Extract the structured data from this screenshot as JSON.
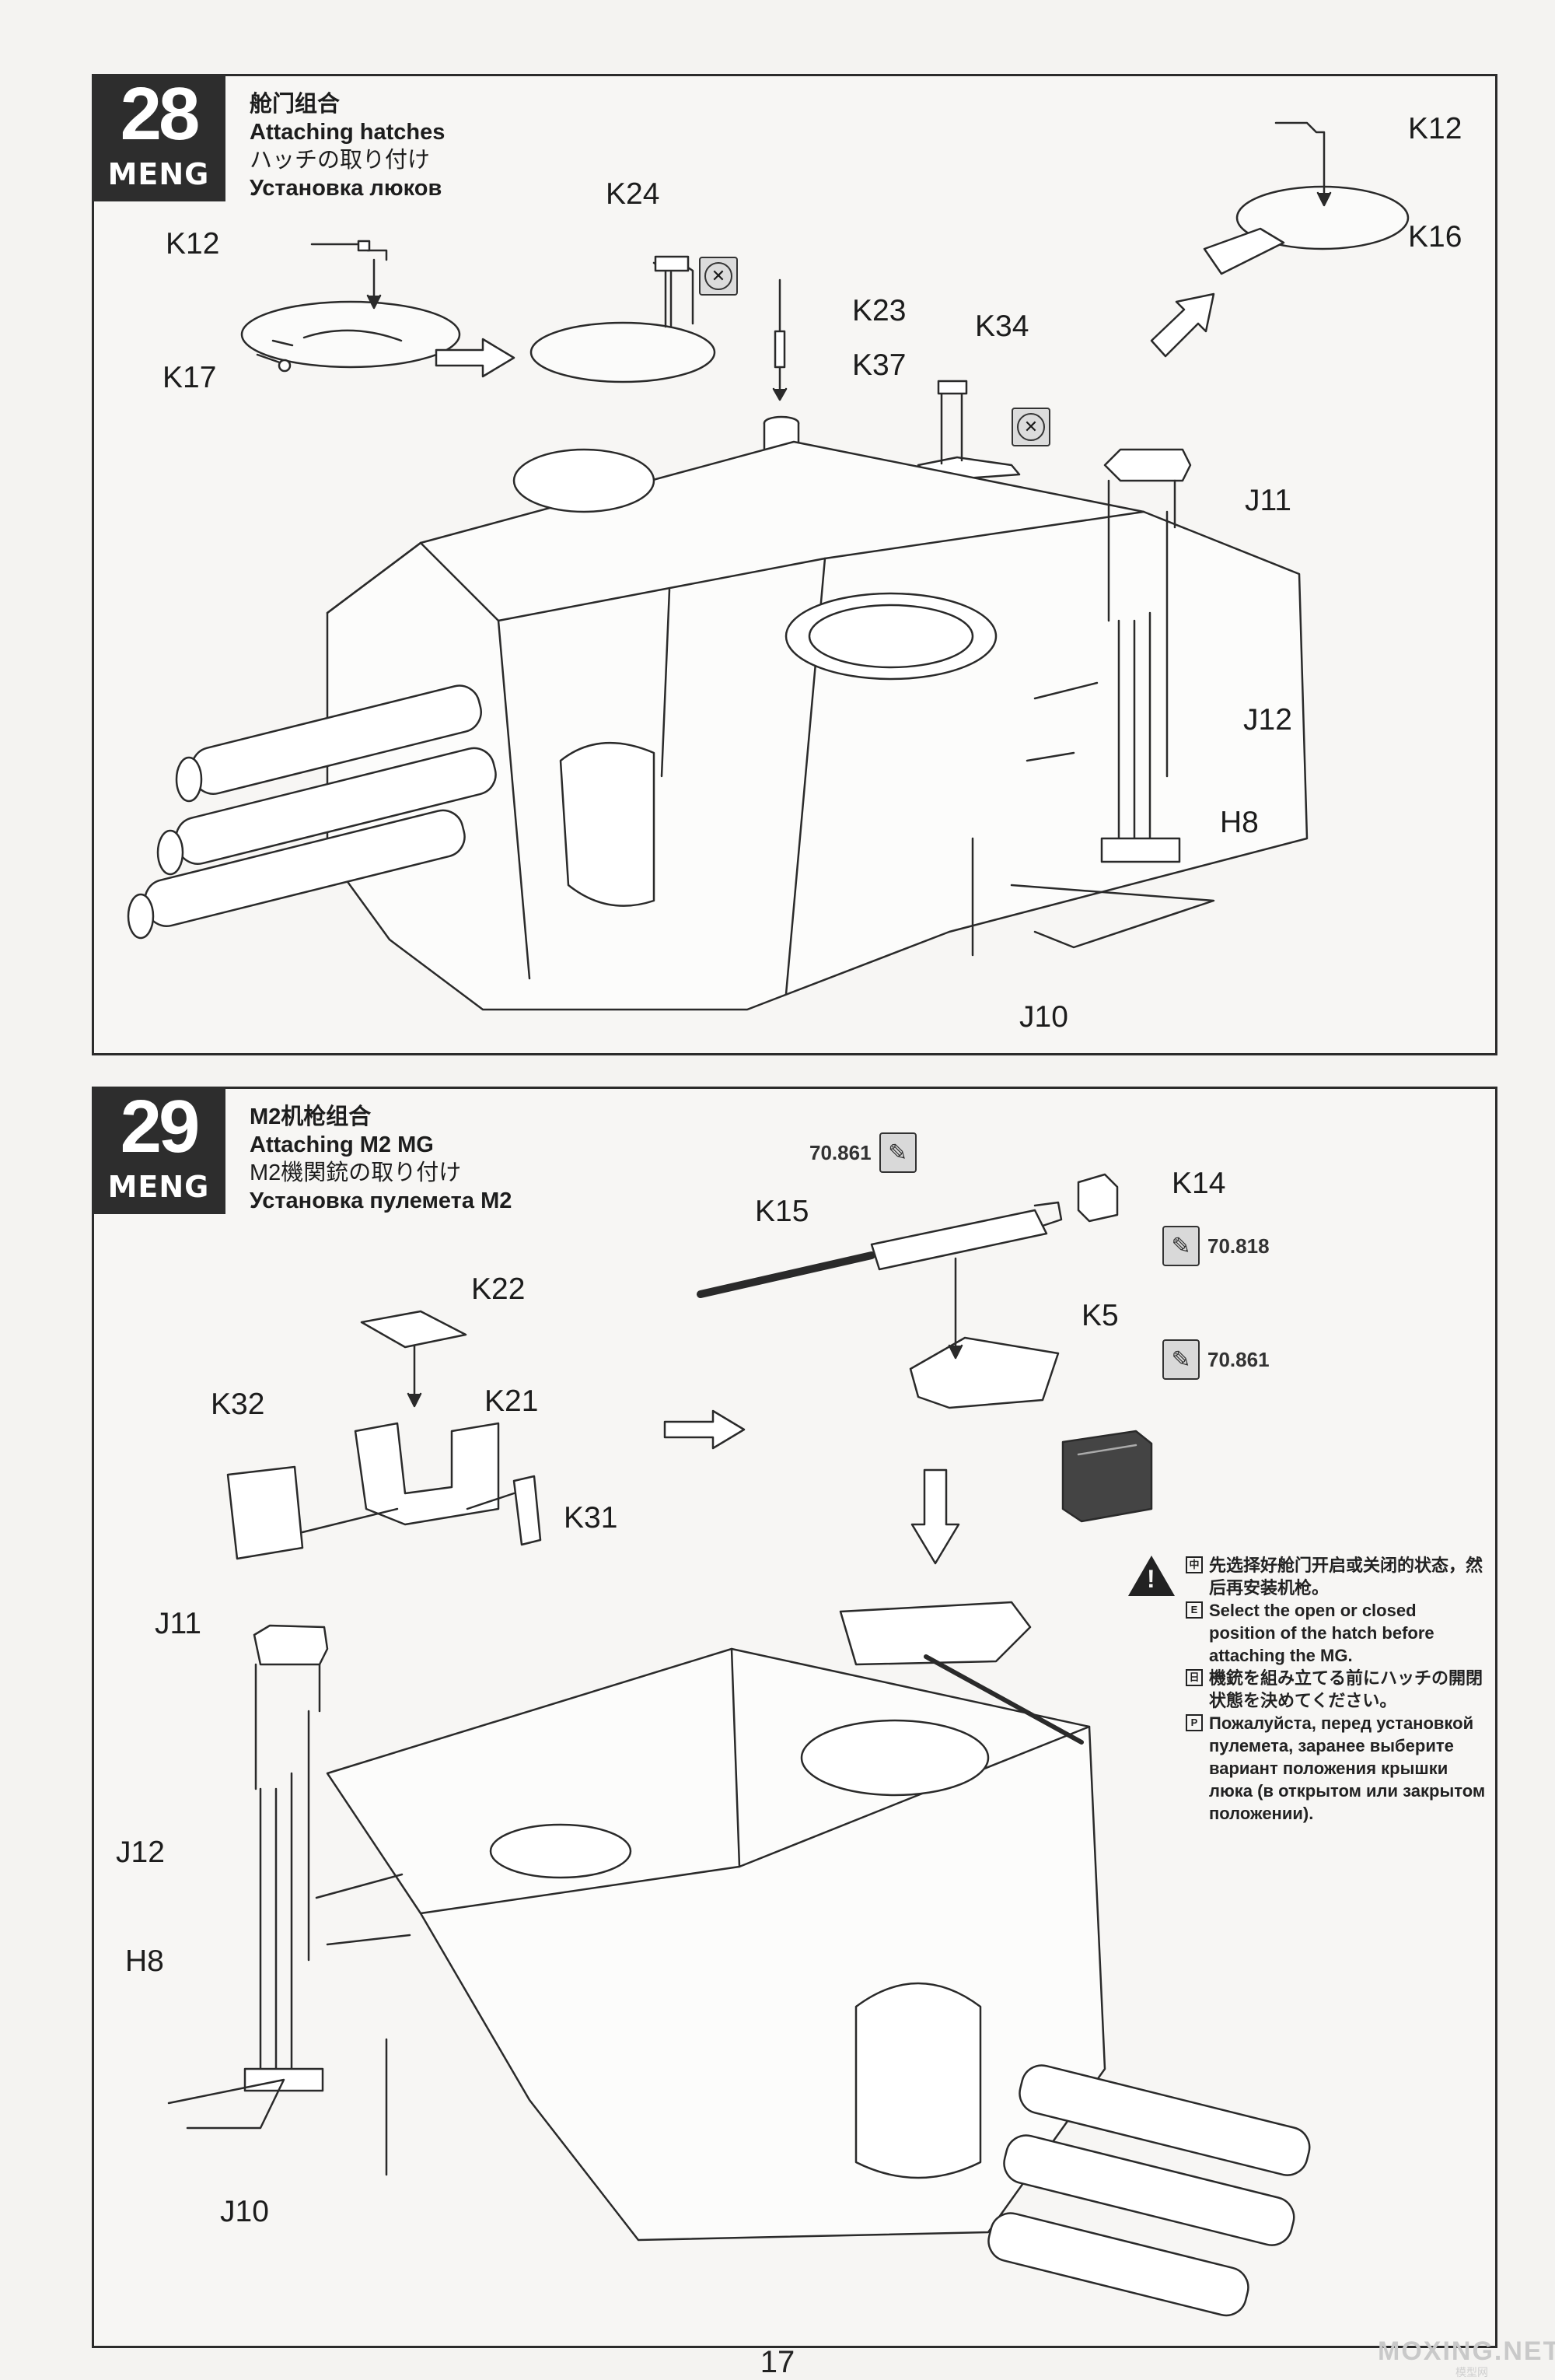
{
  "steps": [
    {
      "number": "28",
      "brand": "MENG",
      "title_zh": "舱门组合",
      "title_en": "Attaching hatches",
      "title_ja": "ハッチの取り付け",
      "title_ru": "Установка люков",
      "labels": {
        "k12_top": "K12",
        "k16": "K16",
        "k12_left": "K12",
        "k17": "K17",
        "k24": "K24",
        "k23": "K23",
        "k37": "K37",
        "k34": "K34",
        "j11": "J11",
        "j12": "J12",
        "h8": "H8",
        "j10": "J10"
      }
    },
    {
      "number": "29",
      "brand": "MENG",
      "title_zh": "M2机枪组合",
      "title_en": "Attaching M2 MG",
      "title_ja": "M2機関銃の取り付け",
      "title_ru": "Установка пулемета M2",
      "labels": {
        "k14": "K14",
        "k15": "K15",
        "k5": "K5",
        "k22": "K22",
        "k21": "K21",
        "k32": "K32",
        "k31": "K31",
        "j11": "J11",
        "j12": "J12",
        "h8": "H8",
        "j10": "J10"
      },
      "paints": {
        "p1": "70.861",
        "p2": "70.818",
        "p3": "70.861"
      },
      "note": {
        "zh": "先选择好舱门开启或关闭的状态，然后再安装机枪。",
        "en": "Select the open or closed position of the hatch before attaching the MG.",
        "ja": "機銃を組み立てる前にハッチの開閉状態を決めてください。",
        "ru": "Пожалуйста, перед установкой пулемета, заранее выберите вариант положения крышки люка (в открытом или закрытом положении)."
      }
    }
  ],
  "page_number": "17",
  "watermark": "MOXING.NET",
  "watermark_sub": "模型网"
}
